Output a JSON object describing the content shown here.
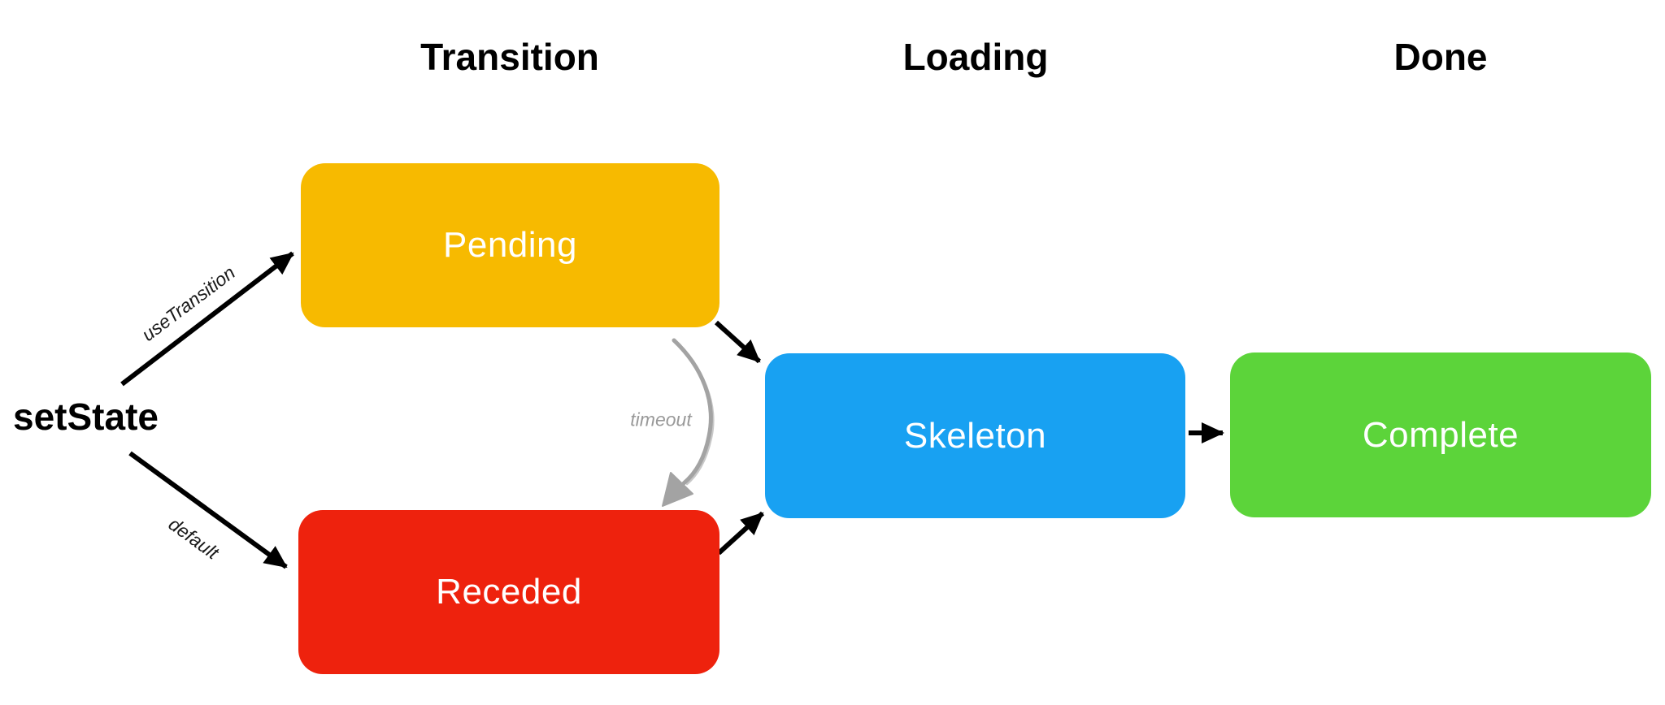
{
  "colors": {
    "background": "#ffffff",
    "arrow": "#000000",
    "sketch-arrow": "#a3a3a3",
    "header-text": "#000000",
    "node-text": "#ffffff",
    "edge-label": "#1a1a1a",
    "timeout-label": "#999999"
  },
  "headers": {
    "transition": "Transition",
    "loading": "Loading",
    "done": "Done"
  },
  "source": {
    "label": "setState"
  },
  "nodes": {
    "pending": {
      "label": "Pending",
      "color": "#f7ba00"
    },
    "receded": {
      "label": "Receded",
      "color": "#ee220d"
    },
    "skeleton": {
      "label": "Skeleton",
      "color": "#18a1f2"
    },
    "complete": {
      "label": "Complete",
      "color": "#5cd43a"
    }
  },
  "edges": {
    "useTransition": {
      "label": "useTransition"
    },
    "default": {
      "label": "default"
    },
    "timeout": {
      "label": "timeout"
    }
  }
}
